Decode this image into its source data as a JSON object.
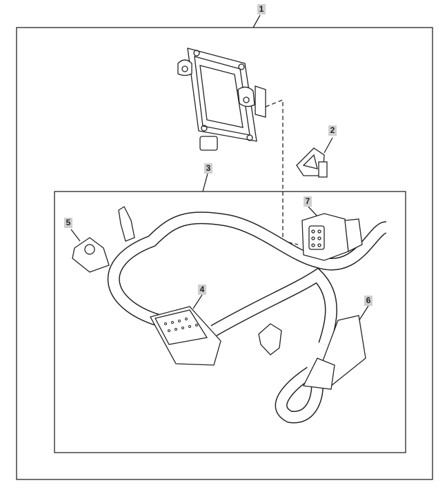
{
  "callouts": [
    {
      "label": "1",
      "part": "kit-assembly"
    },
    {
      "label": "2",
      "part": "clip"
    },
    {
      "label": "3",
      "part": "wiring-harness"
    },
    {
      "label": "4",
      "part": "multi-pin-connector"
    },
    {
      "label": "5",
      "part": "cable-clip"
    },
    {
      "label": "6",
      "part": "inline-connector"
    },
    {
      "label": "7",
      "part": "module-connector"
    }
  ]
}
